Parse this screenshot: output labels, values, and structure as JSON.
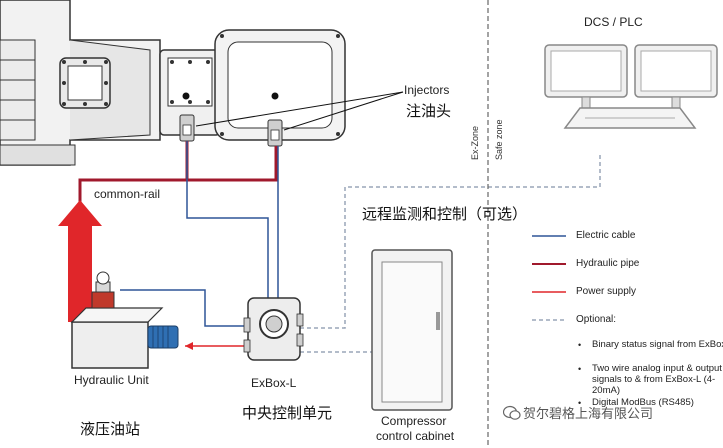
{
  "labels": {
    "dcs_plc": "DCS / PLC",
    "injectors": "Injectors",
    "injectors_cn": "注油头",
    "common_rail": "common-rail",
    "remote_cn": "远程监测和控制（可选）",
    "hydraulic_unit": "Hydraulic Unit",
    "hydraulic_unit_cn": "液压油站",
    "exbox": "ExBox-L",
    "exbox_cn": "中央控制单元",
    "cabinet_line1": "Compressor",
    "cabinet_line2": "control cabinet",
    "ex_zone": "Ex-Zone",
    "safe_zone": "Safe zone"
  },
  "legend": {
    "electric": "Electric cable",
    "hydraulic": "Hydraulic pipe",
    "power": "Power supply",
    "optional": "Optional:",
    "optional_items": [
      "Binary status signal from ExBox-L",
      "Two wire analog input & output signals to & from ExBox-L (4-20mA)",
      "Digital ModBus (RS485)"
    ]
  },
  "watermark": "贺尔碧格上海有限公司",
  "colors": {
    "electric": "#2f5597",
    "hydraulic": "#a0192c",
    "power": "#e0262a",
    "optional": "#9aa5b8"
  }
}
